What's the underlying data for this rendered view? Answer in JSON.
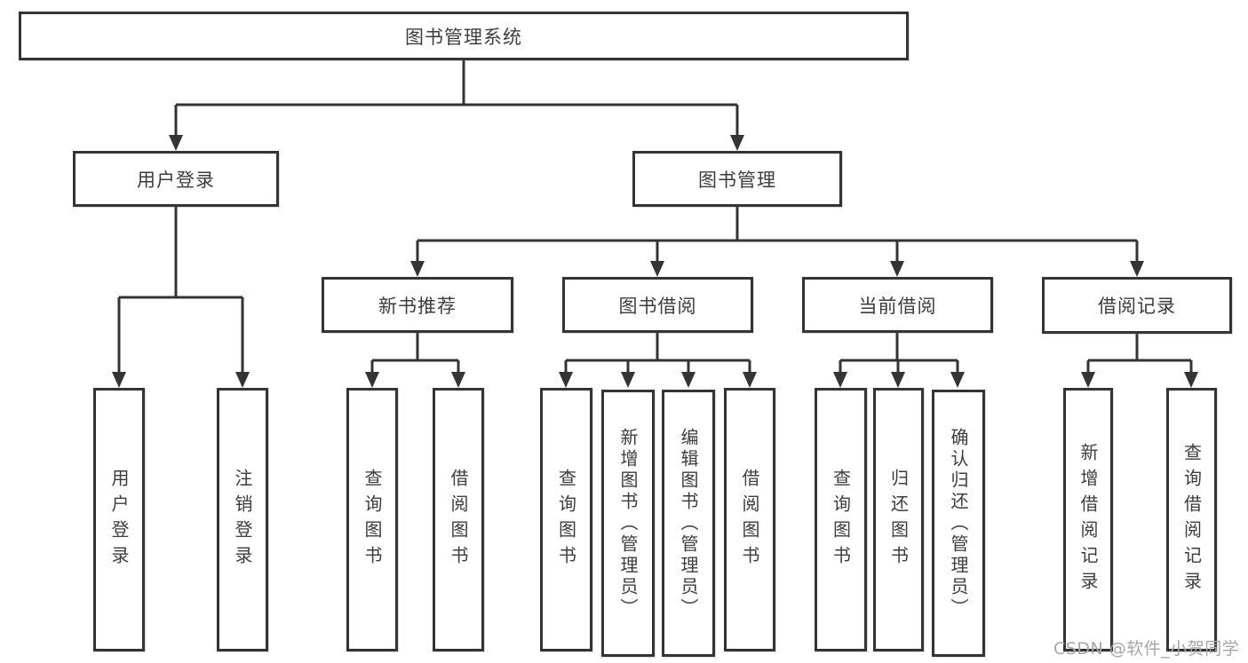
{
  "diagram": {
    "root": {
      "label": "图书管理系统"
    },
    "level2": {
      "user_login": {
        "label": "用户登录"
      },
      "book_mgmt": {
        "label": "图书管理"
      }
    },
    "level3": {
      "new_book_rec": {
        "label": "新书推荐"
      },
      "book_borrow": {
        "label": "图书借阅"
      },
      "current_borrow": {
        "label": "当前借阅"
      },
      "borrow_records": {
        "label": "借阅记录"
      }
    },
    "leaves": {
      "user_login": {
        "label": "用户登录"
      },
      "logout": {
        "label": "注销登录"
      },
      "query_book_rec": {
        "label": "查询图书"
      },
      "borrow_book_rec": {
        "label": "借阅图书"
      },
      "query_book_borrow": {
        "label": "查询图书"
      },
      "add_book_admin": {
        "label": "新增图书（管理员）"
      },
      "edit_book_admin": {
        "label": "编辑图书（管理员）"
      },
      "borrow_book_borrow": {
        "label": "借阅图书"
      },
      "query_book_current": {
        "label": "查询图书"
      },
      "return_book": {
        "label": "归还图书"
      },
      "confirm_return_admin": {
        "label": "确认归还（管理员）"
      },
      "add_borrow_record": {
        "label": "新增借阅记录"
      },
      "query_borrow_record": {
        "label": "查询借阅记录"
      }
    },
    "colors": {
      "line": "#343434",
      "text": "#3d3d3d",
      "box_background": "#ffffff"
    }
  },
  "watermark": {
    "text": "CSDN @软件_小贺同学"
  }
}
